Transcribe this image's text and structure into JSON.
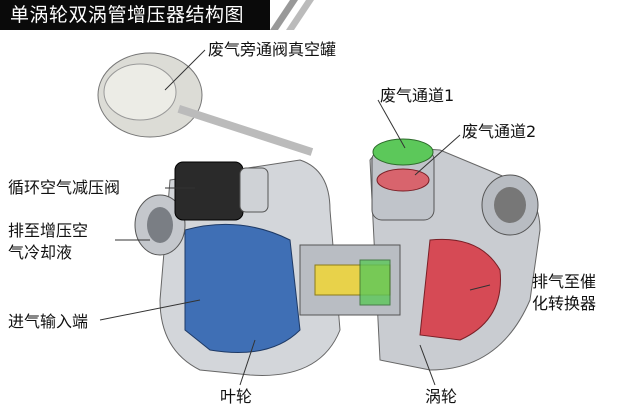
{
  "title": "单涡轮双涡管增压器结构图",
  "labels": {
    "wastegate_vacuum": "废气旁通阀真空罐",
    "exhaust_passage_1": "废气通道1",
    "exhaust_passage_2": "废气通道2",
    "recirc_valve": "循环空气减压阀",
    "to_intercooler_line1": "排至增压空",
    "to_intercooler_line2": "气冷却液",
    "intake": "进气输入端",
    "exhaust_out_line1": "排气至催",
    "exhaust_out_line2": "化转换器",
    "impeller": "叶轮",
    "turbine": "涡轮"
  },
  "colors": {
    "compressor": "#3f6fb5",
    "turbine": "#d64a55",
    "passage1": "#5cc85a",
    "housing": "#c8ccd2",
    "valve": "#2a2a2a",
    "shaft": "#e8d24a"
  }
}
